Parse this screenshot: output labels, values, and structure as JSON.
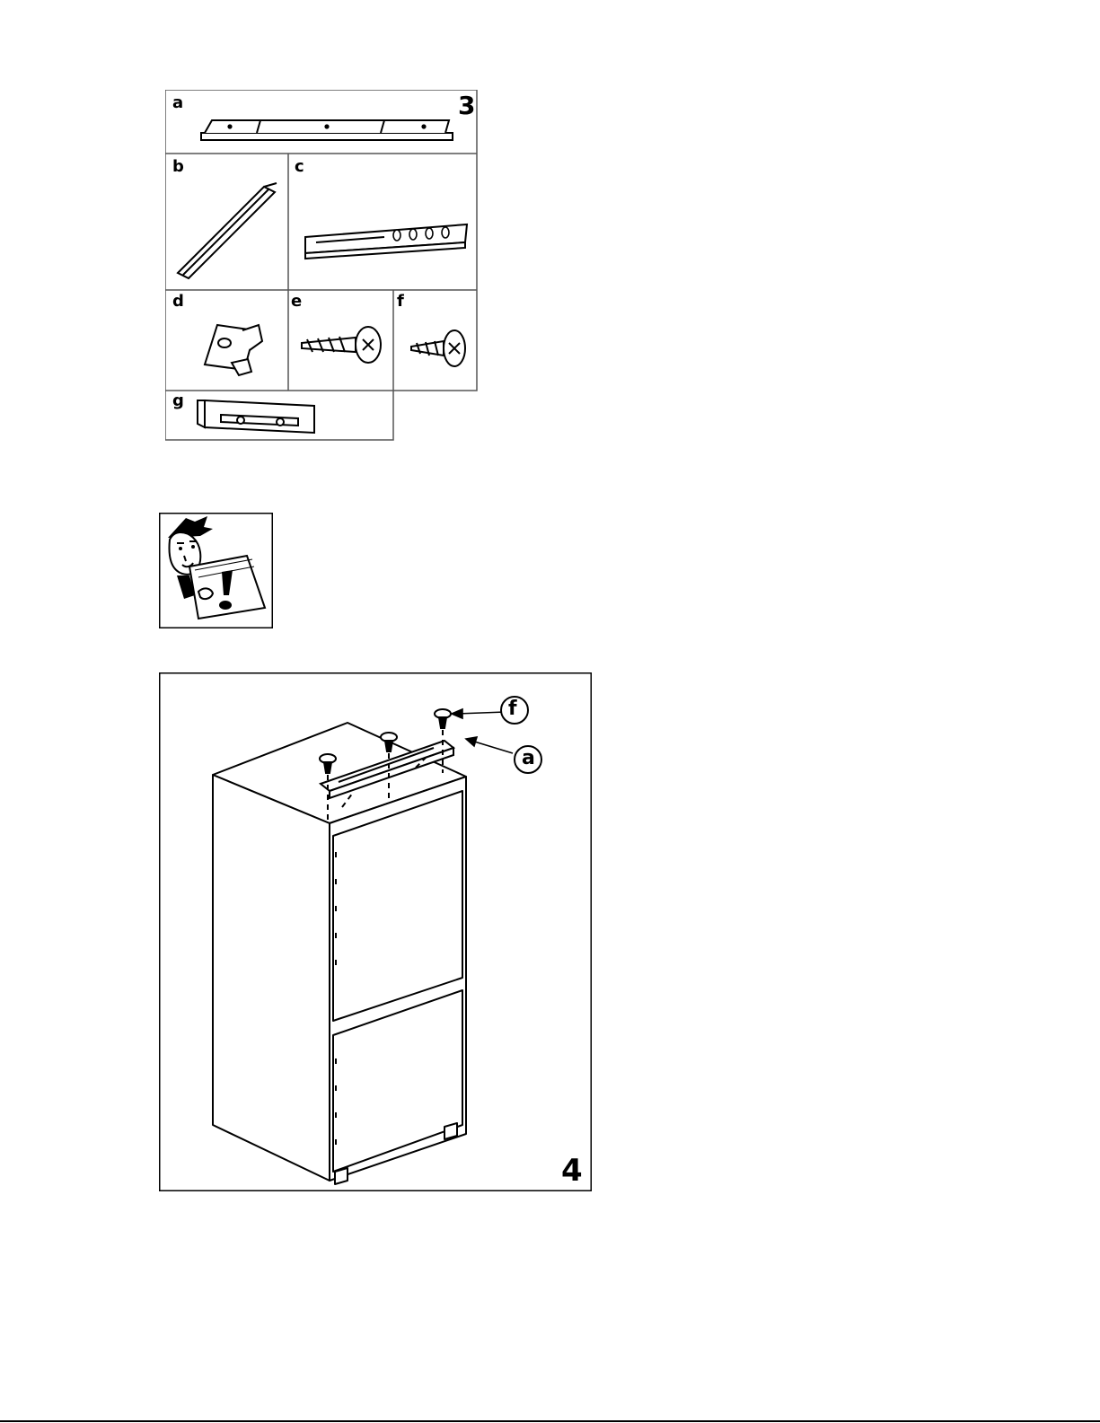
{
  "figure3": {
    "number": "3",
    "parts": [
      {
        "label": "a",
        "icon": "top-bracket-icon"
      },
      {
        "label": "b",
        "icon": "angle-strip-icon"
      },
      {
        "label": "c",
        "icon": "slotted-rail-icon"
      },
      {
        "label": "d",
        "icon": "hinge-clip-icon"
      },
      {
        "label": "e",
        "icon": "wood-screw-icon"
      },
      {
        "label": "f",
        "icon": "pan-head-screw-icon"
      },
      {
        "label": "g",
        "icon": "door-bracket-icon"
      }
    ]
  },
  "warning": {
    "icon": "read-instructions-warning-icon"
  },
  "figure4": {
    "number": "4",
    "callouts": [
      "f",
      "a"
    ],
    "icon": "fridge-freezer-installation-icon"
  }
}
